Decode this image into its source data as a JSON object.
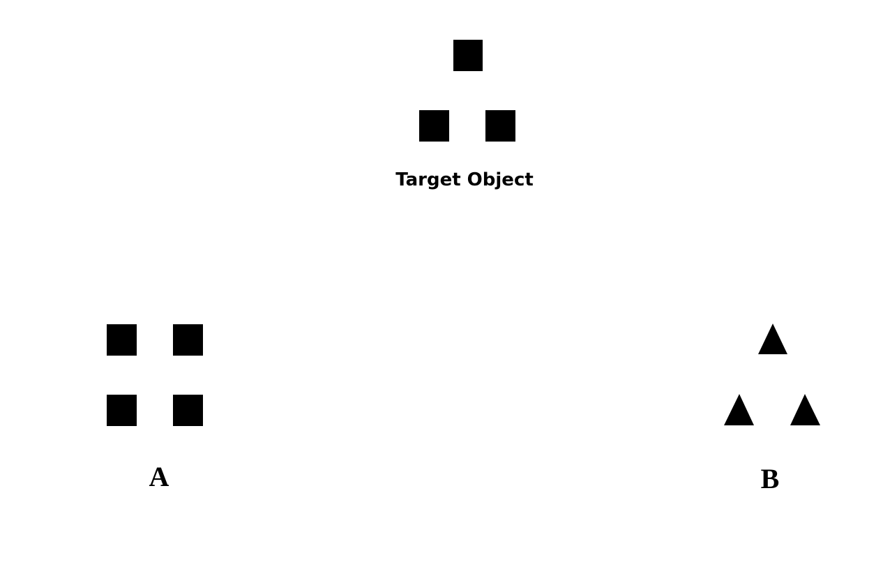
{
  "target": {
    "label": "Target Object",
    "shape": "square",
    "count": 3,
    "arrangement": "triangle"
  },
  "options": [
    {
      "label": "A",
      "shape": "square",
      "count": 4,
      "arrangement": "square"
    },
    {
      "label": "B",
      "shape": "triangle",
      "count": 3,
      "arrangement": "triangle"
    }
  ],
  "colors": {
    "shape_fill": "#000000",
    "background": "#ffffff"
  }
}
